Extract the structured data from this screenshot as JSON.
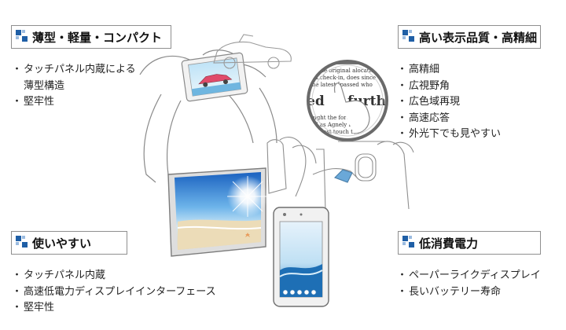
{
  "features": [
    {
      "id": "thin",
      "title": "薄型・軽量・コンパクト",
      "items": [
        "タッチパネル内蔵による",
        "薄型構造",
        "堅牢性"
      ],
      "list_continuation_index": 1
    },
    {
      "id": "display",
      "title": "高い表示品質・高精細",
      "items": [
        "高精細",
        "広視野角",
        "広色域再現",
        "高速応答",
        "外光下でも見やすい"
      ]
    },
    {
      "id": "easy",
      "title": "使いやすい",
      "items": [
        "タッチパネル内蔵",
        "高速低電力ディスプレイインターフェース",
        "堅牢性"
      ]
    },
    {
      "id": "power",
      "title": "低消費電力",
      "items": [
        "ペーパーライクディスプレイ",
        "長いバッテリー寿命"
      ]
    }
  ],
  "magnifier": {
    "word_left": "ed",
    "word_right": "furth"
  },
  "colors": {
    "accent": "#1f5fa6",
    "accent_light": "#9bbbe0",
    "border": "#8f8f8f"
  }
}
